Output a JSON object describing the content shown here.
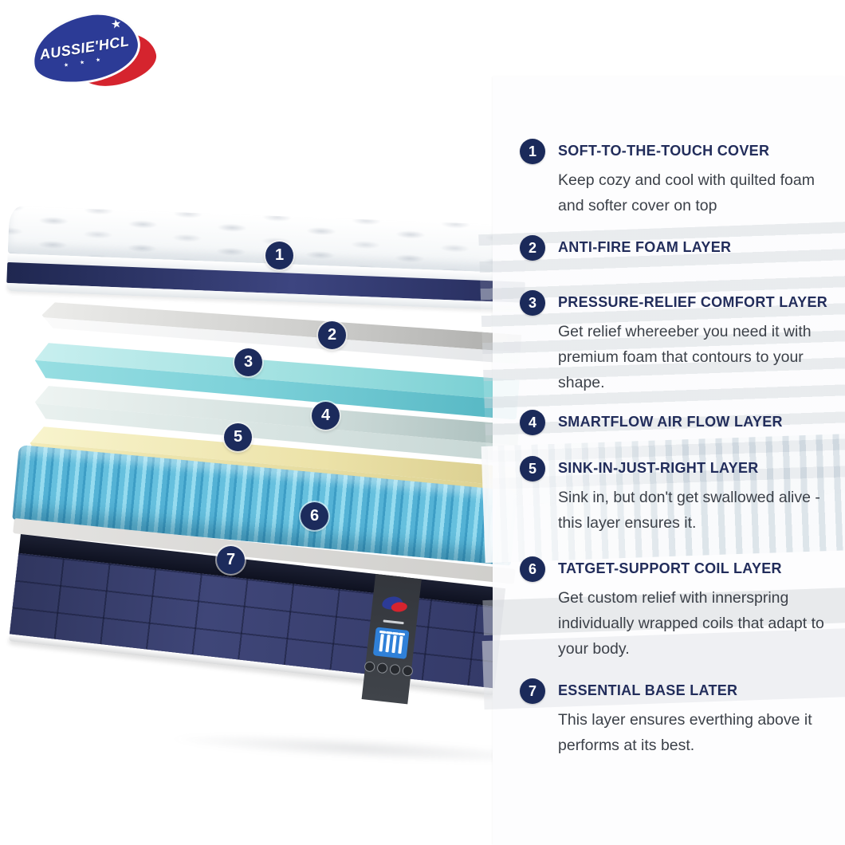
{
  "brand": {
    "name": "AUSSIE'HCL",
    "big_star": "★",
    "small_stars": "★ ★ ★"
  },
  "layers": [
    {
      "num": "1",
      "title": "SOFT-TO-THE-TOUCH COVER",
      "desc": "Keep cozy and cool with quilted foam and softer cover on top"
    },
    {
      "num": "2",
      "title": "ANTI-FIRE FOAM LAYER",
      "desc": ""
    },
    {
      "num": "3",
      "title": "PRESSURE-RELIEF COMFORT LAYER",
      "desc": "Get relief whereeber you need it with premium foam that contours to your shape."
    },
    {
      "num": "4",
      "title": "SMARTFLOW AIR FLOW LAYER",
      "desc": ""
    },
    {
      "num": "5",
      "title": "SINK-IN-JUST-RIGHT LAYER",
      "desc": "Sink in, but don't get swallowed alive - this layer ensures it."
    },
    {
      "num": "6",
      "title": "TATGET-SUPPORT COIL LAYER",
      "desc": "Get custom relief with innerspring individually wrapped coils that adapt to your body."
    },
    {
      "num": "7",
      "title": "ESSENTIAL BASE LATER",
      "desc": "This layer ensures everthing above it performs at its best."
    }
  ],
  "colors": {
    "badge_navy": "#1c2b5c",
    "heading_navy": "#222d5b",
    "body_text": "#3c4149",
    "mattress_stripe_navy": "#2a3163",
    "comfort_cyan": "#7cd1d9",
    "airflow_gray_green": "#d3e0de",
    "sink_in_yellow": "#ece2a8",
    "coil_blue": "#54b2d5",
    "base_navy": "#383e6e",
    "logo_blue": "#2c3b96",
    "logo_red": "#d5242e"
  }
}
